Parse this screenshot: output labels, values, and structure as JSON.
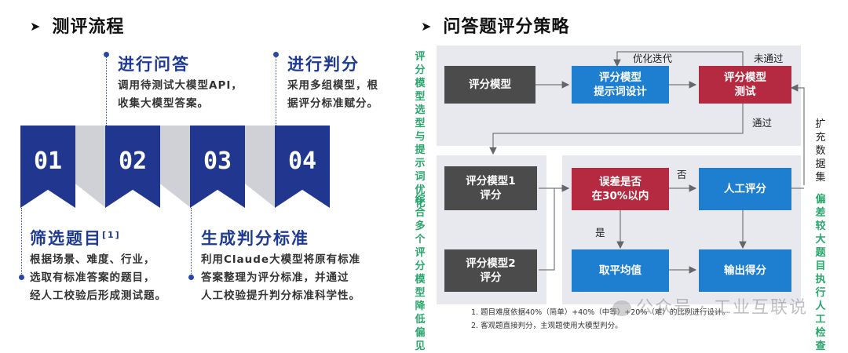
{
  "left": {
    "title": "测评流程",
    "steps": [
      {
        "num": "01",
        "head": "筛选题目",
        "sup": "[1]",
        "body": [
          "根据场景、难度、行业，",
          "选取有标准答案的题目，",
          "经人工校验后形成测试题。"
        ]
      },
      {
        "num": "02",
        "head": "进行问答",
        "body": [
          "调用待测试大模型API，",
          "收集大模型答案。"
        ]
      },
      {
        "num": "03",
        "head": "生成判分标准",
        "body": [
          "利用Claude大模型将原有标准",
          "答案整理为评分标准，并通过",
          "人工校验提升判分标准科学性。"
        ]
      },
      {
        "num": "04",
        "head": "进行判分",
        "body": [
          "采用多组模型，根",
          "据评分标准赋分。"
        ]
      }
    ]
  },
  "right": {
    "title": "问答题评分策略",
    "side_top": "评分模型选型与提示词优化",
    "side_bottom": "综合多个评分模型降低偏见",
    "side_right_top": "扩充数据集",
    "side_right_bottom": "偏差较大题目执行人工检查",
    "boxes": {
      "model": "评分模型",
      "prompt": [
        "评分模型",
        "提示词设计"
      ],
      "test": [
        "评分模型",
        "测试"
      ],
      "m1": [
        "评分模型1",
        "评分"
      ],
      "m2": [
        "评分模型2",
        "评分"
      ],
      "err": [
        "误差是否",
        "在30%以内"
      ],
      "human": "人工评分",
      "avg": "取平均值",
      "out": "输出得分"
    },
    "labels": {
      "iterate": "优化迭代",
      "fail": "未通过",
      "pass": "通过",
      "no": "否",
      "yes": "是"
    },
    "notes": [
      "1. 题目难度依据40%（简单）+40%（中等）+20%（难）的比例进行设计。",
      "2. 客观题直接判分，主观题使用大模型判分。"
    ],
    "watermark": "公众号 · 工业互联说"
  }
}
